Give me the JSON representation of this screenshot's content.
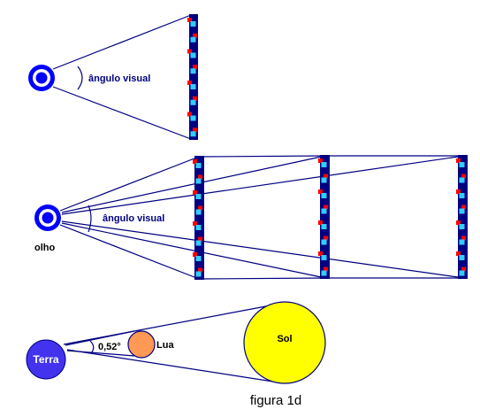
{
  "colors": {
    "line": "#000080",
    "panel": "#000080",
    "panel_cyan": "#33ccff",
    "panel_red": "#ff0000",
    "eye": "#0000ff",
    "terra": "#4433ee",
    "lua": "#ff9955",
    "sol": "#ffff00"
  },
  "labels": {
    "angle_top": "ângulo visual",
    "angle_mid": "ângulo visual",
    "eye": "olho",
    "terra": "Terra",
    "lua": "Lua",
    "sol": "Sol",
    "angle_value": "0,52°",
    "caption": "figura 1d"
  }
}
